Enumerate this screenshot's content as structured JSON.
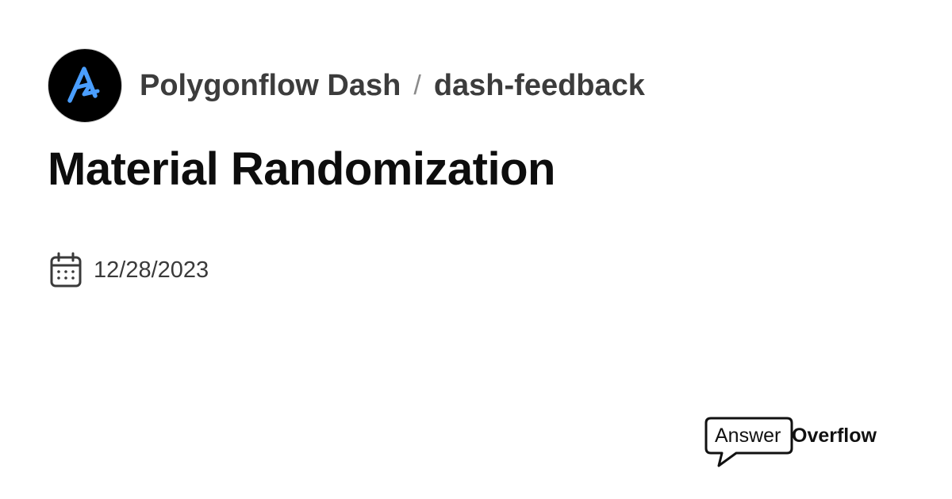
{
  "header": {
    "server_name": "Polygonflow Dash",
    "separator": "/",
    "channel_name": "dash-feedback",
    "server_icon": "polygonflow-logo-icon"
  },
  "post": {
    "title": "Material Randomization",
    "date": "12/28/2023",
    "date_icon": "calendar-icon"
  },
  "branding": {
    "answer": "Answer",
    "overflow": "Overflow",
    "icon": "speech-bubble-icon"
  },
  "colors": {
    "logo_accent": "#4a9eff",
    "logo_background": "#000000",
    "text_primary": "#0d0d0d",
    "text_secondary": "#3c3c3c"
  }
}
